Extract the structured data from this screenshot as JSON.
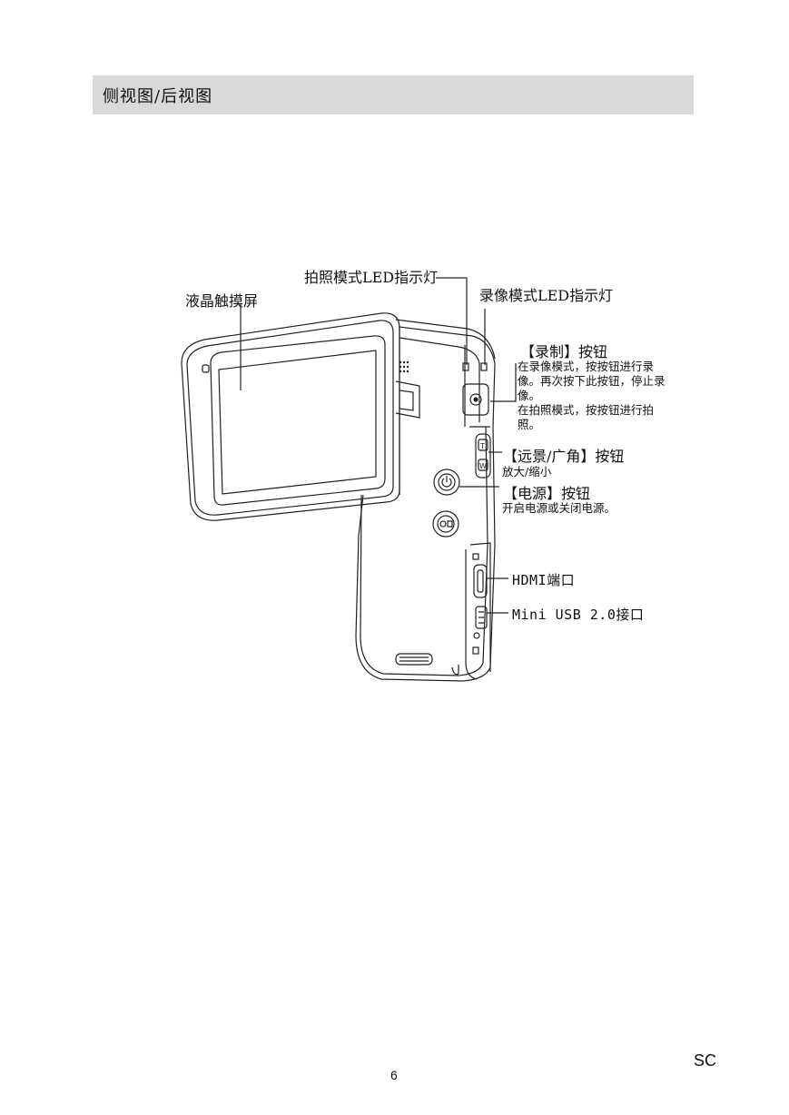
{
  "section_title": "侧视图/后视图",
  "labels": {
    "lcd_touchscreen": "液晶触摸屏",
    "photo_led": "拍照模式LED指示灯",
    "video_led": "录像模式LED指示灯",
    "record_button": {
      "title": "【录制】按钮",
      "desc_lines": [
        "在录像模式，按按钮进行录",
        "像。再次按下此按钮，停止录",
        "像。",
        "在拍照模式，按按钮进行拍",
        "照。"
      ]
    },
    "zoom_button": {
      "title": "【远景/广角】按钮",
      "desc": "放大/缩小"
    },
    "power_button": {
      "title": "【电源】按钮",
      "desc": "开启电源或关闭电源。"
    },
    "hdmi_port": "HDMI端口",
    "usb_port": "Mini USB 2.0接口"
  },
  "zoom_switch_letters": {
    "tele": "T",
    "wide": "W"
  },
  "footer": {
    "page_number": "6",
    "language_code": "SC"
  }
}
